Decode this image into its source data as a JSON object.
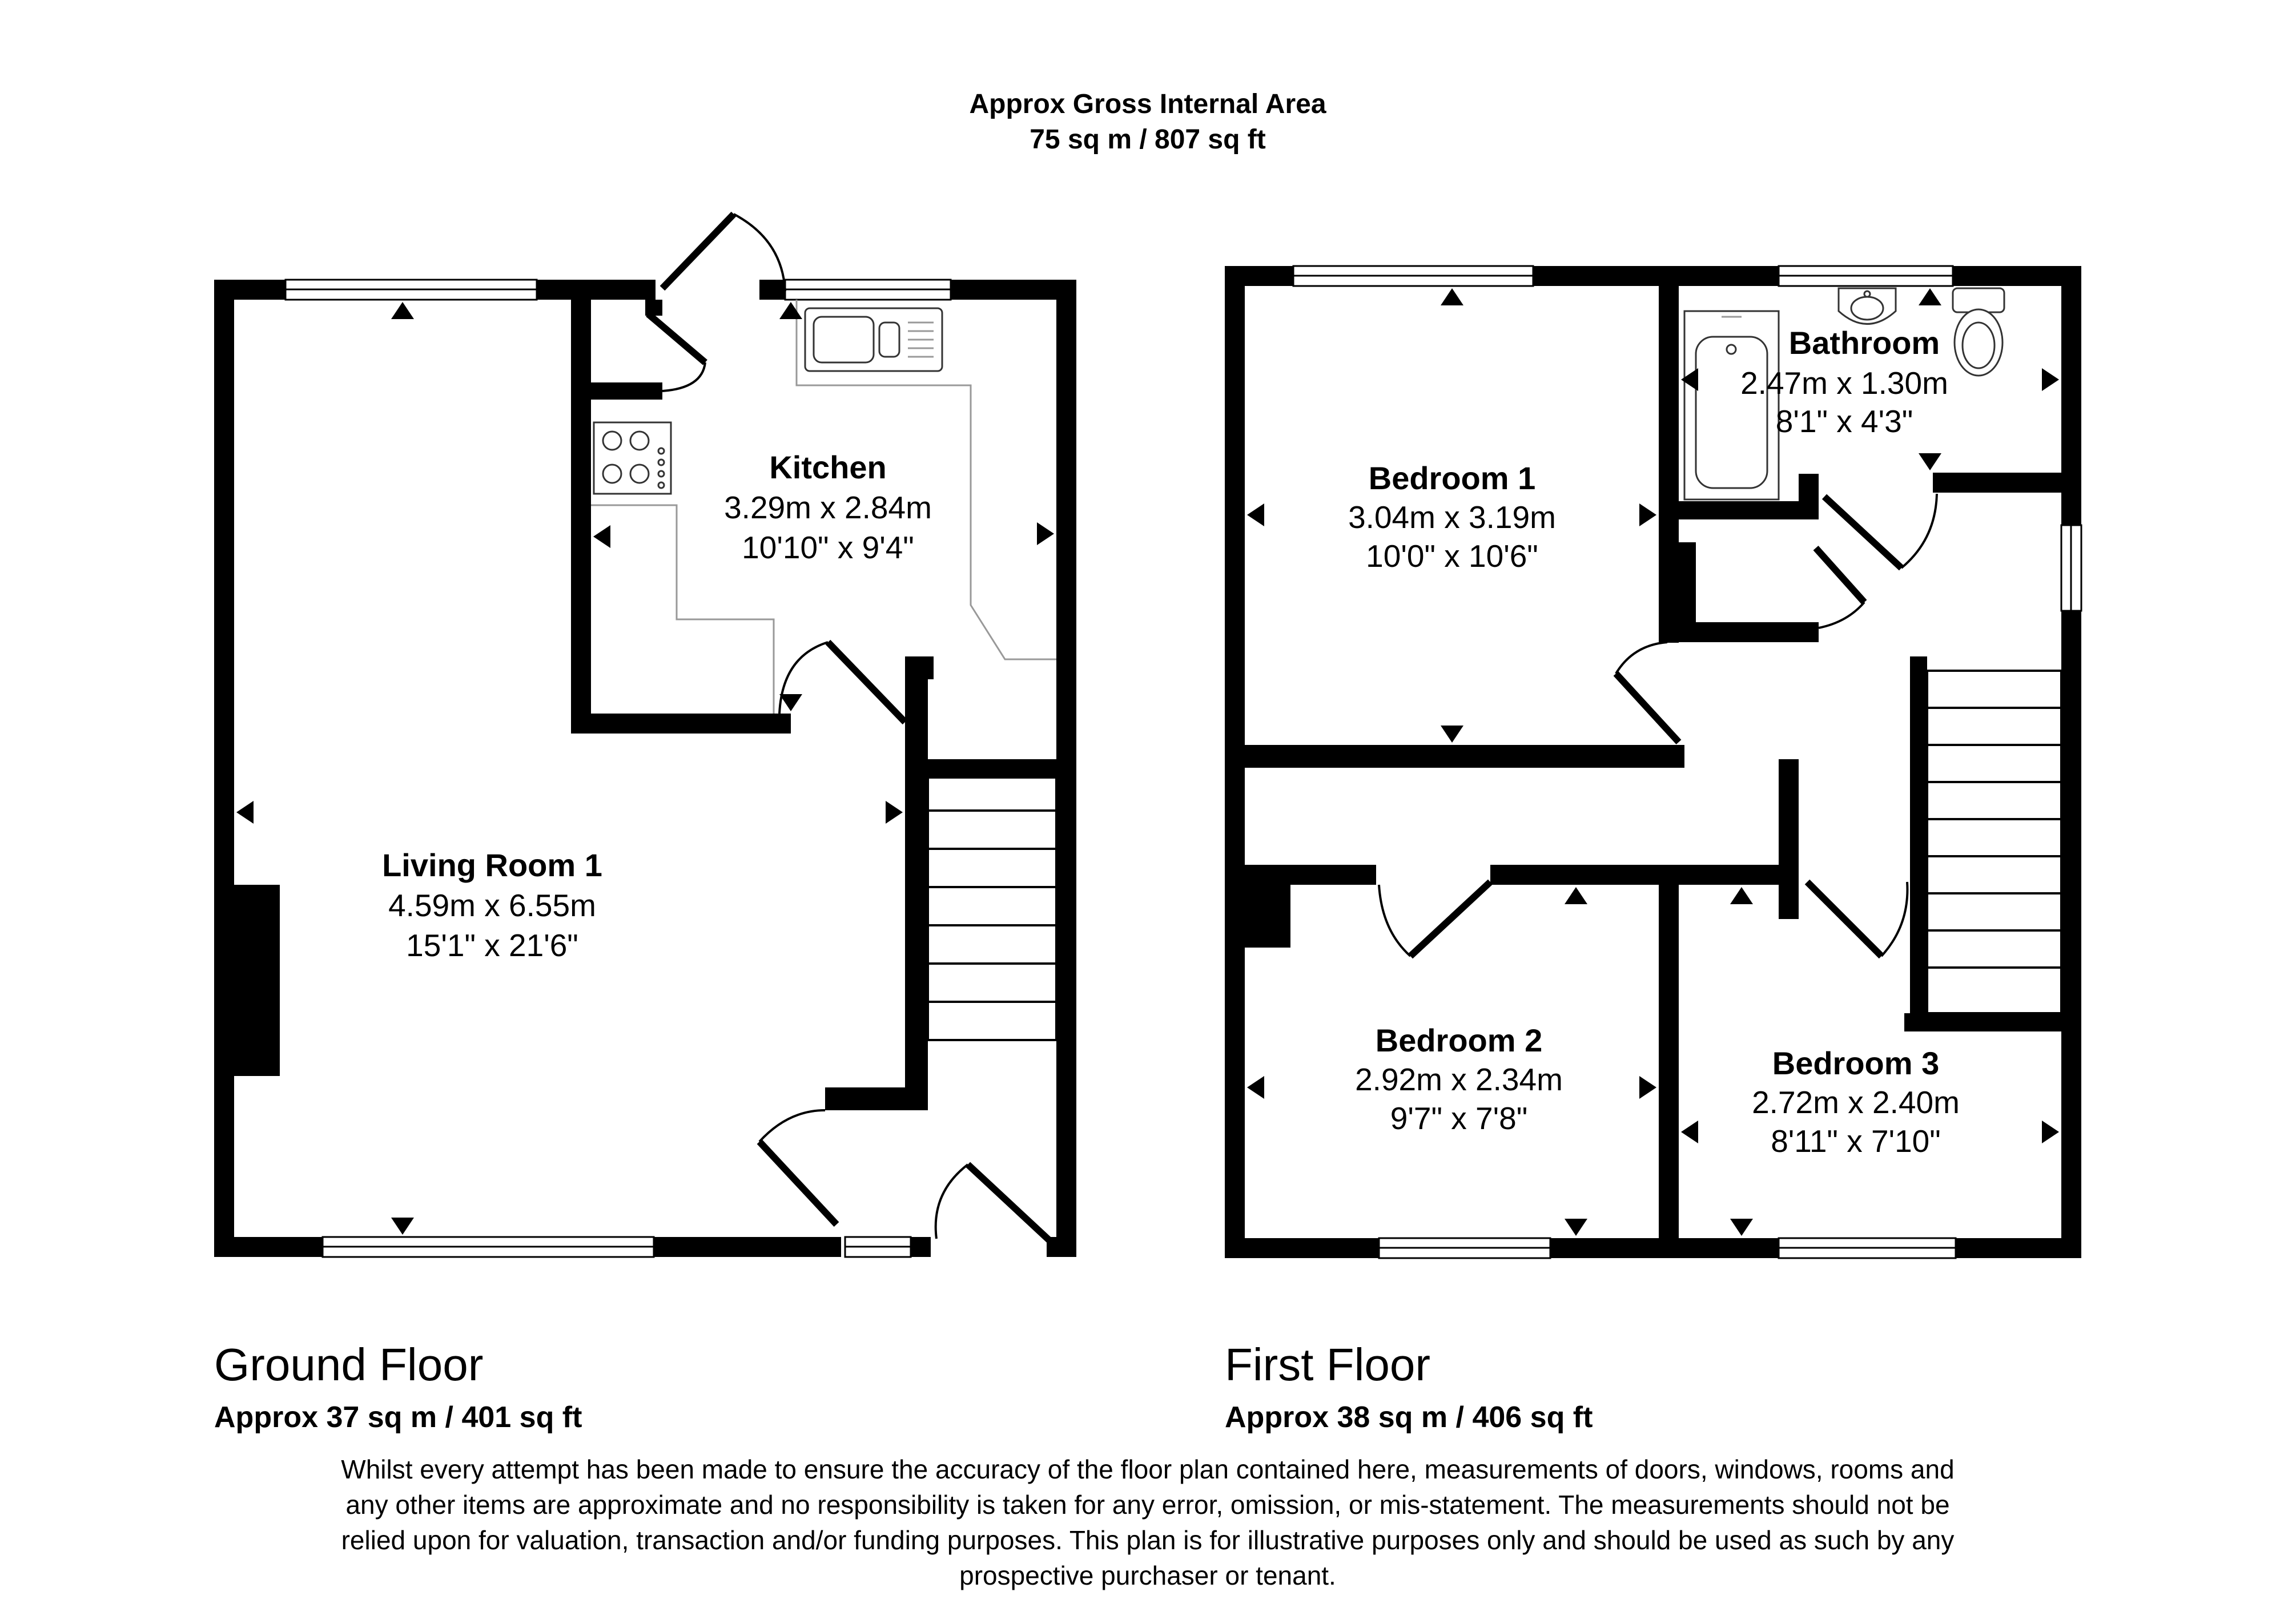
{
  "header": {
    "line1": "Approx Gross Internal Area",
    "line2": "75 sq m / 807 sq ft"
  },
  "floors": [
    {
      "name": "Ground Floor",
      "area": "Approx 37 sq m / 401 sq ft",
      "rooms": [
        {
          "name": "Kitchen",
          "metric": "3.29m x 2.84m",
          "imperial": "10'10\" x 9'4\""
        },
        {
          "name": "Living Room 1",
          "metric": "4.59m x 6.55m",
          "imperial": "15'1\" x 21'6\""
        }
      ]
    },
    {
      "name": "First Floor",
      "area": "Approx 38 sq m / 406 sq ft",
      "rooms": [
        {
          "name": "Bathroom",
          "metric": "2.47m x 1.30m",
          "imperial": "8'1\" x 4'3\""
        },
        {
          "name": "Bedroom 1",
          "metric": "3.04m x 3.19m",
          "imperial": "10'0\" x 10'6\""
        },
        {
          "name": "Bedroom 2",
          "metric": "2.92m x 2.34m",
          "imperial": "9'7\" x 7'8\""
        },
        {
          "name": "Bedroom 3",
          "metric": "2.72m x 2.40m",
          "imperial": "8'11\" x 7'10\""
        }
      ]
    }
  ],
  "disclaimer": [
    "Whilst every attempt has been made to ensure the accuracy of the floor plan contained here, measurements of doors, windows, rooms and",
    "any other items are approximate and no responsibility is taken for any error, omission, or mis-statement. The measurements should not be",
    "relied upon for valuation, transaction and/or funding purposes. This plan is for illustrative purposes only and should be used as such by any",
    "prospective purchaser or tenant."
  ],
  "colors": {
    "wall": "#000000",
    "background": "#ffffff",
    "fixture_line": "#999999"
  }
}
